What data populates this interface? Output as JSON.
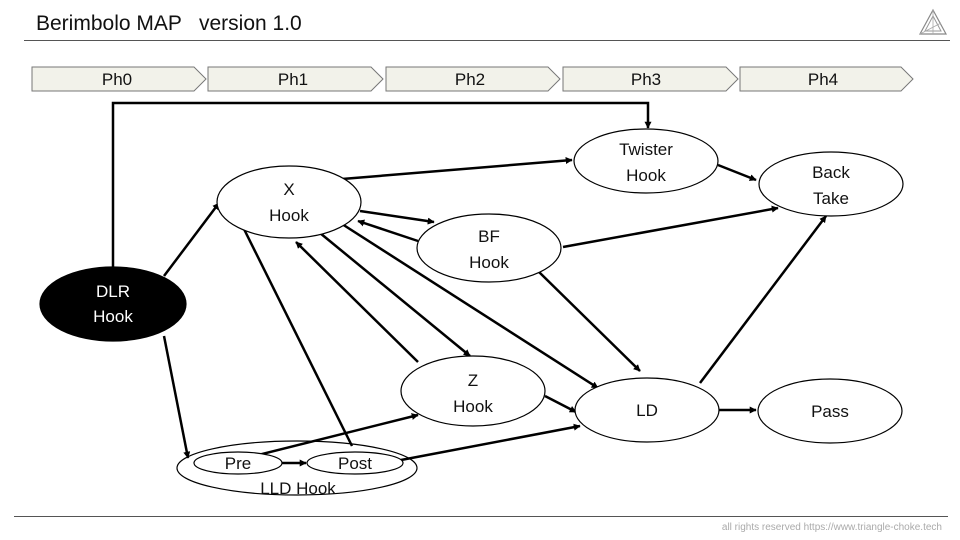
{
  "header": {
    "title": "Berimbolo MAP   version 1.0"
  },
  "footer": {
    "copyright": "all rights reserved https://www.triangle-choke.tech"
  },
  "logo": {
    "icon": "triangle-logo-icon"
  },
  "phases": [
    {
      "id": "ph0",
      "label": "Ph0"
    },
    {
      "id": "ph1",
      "label": "Ph1"
    },
    {
      "id": "ph2",
      "label": "Ph2"
    },
    {
      "id": "ph3",
      "label": "Ph3"
    },
    {
      "id": "ph4",
      "label": "Ph4"
    }
  ],
  "nodes": {
    "dlr_hook": {
      "line1": "DLR",
      "line2": "Hook",
      "fill": "#000000"
    },
    "x_hook": {
      "line1": "X",
      "line2": "Hook"
    },
    "twister_hook": {
      "line1": "Twister",
      "line2": "Hook"
    },
    "back_take": {
      "line1": "Back",
      "line2": "Take"
    },
    "bf_hook": {
      "line1": "BF",
      "line2": "Hook"
    },
    "z_hook": {
      "line1": "Z",
      "line2": "Hook"
    },
    "ld": {
      "line1": "LD"
    },
    "pass": {
      "line1": "Pass"
    },
    "lld_hook": {
      "line1": "LLD Hook"
    },
    "pre": {
      "line1": "Pre"
    },
    "post": {
      "line1": "Post"
    }
  },
  "colors": {
    "phase_fill": "#f2f2ea",
    "stroke": "#000000"
  }
}
